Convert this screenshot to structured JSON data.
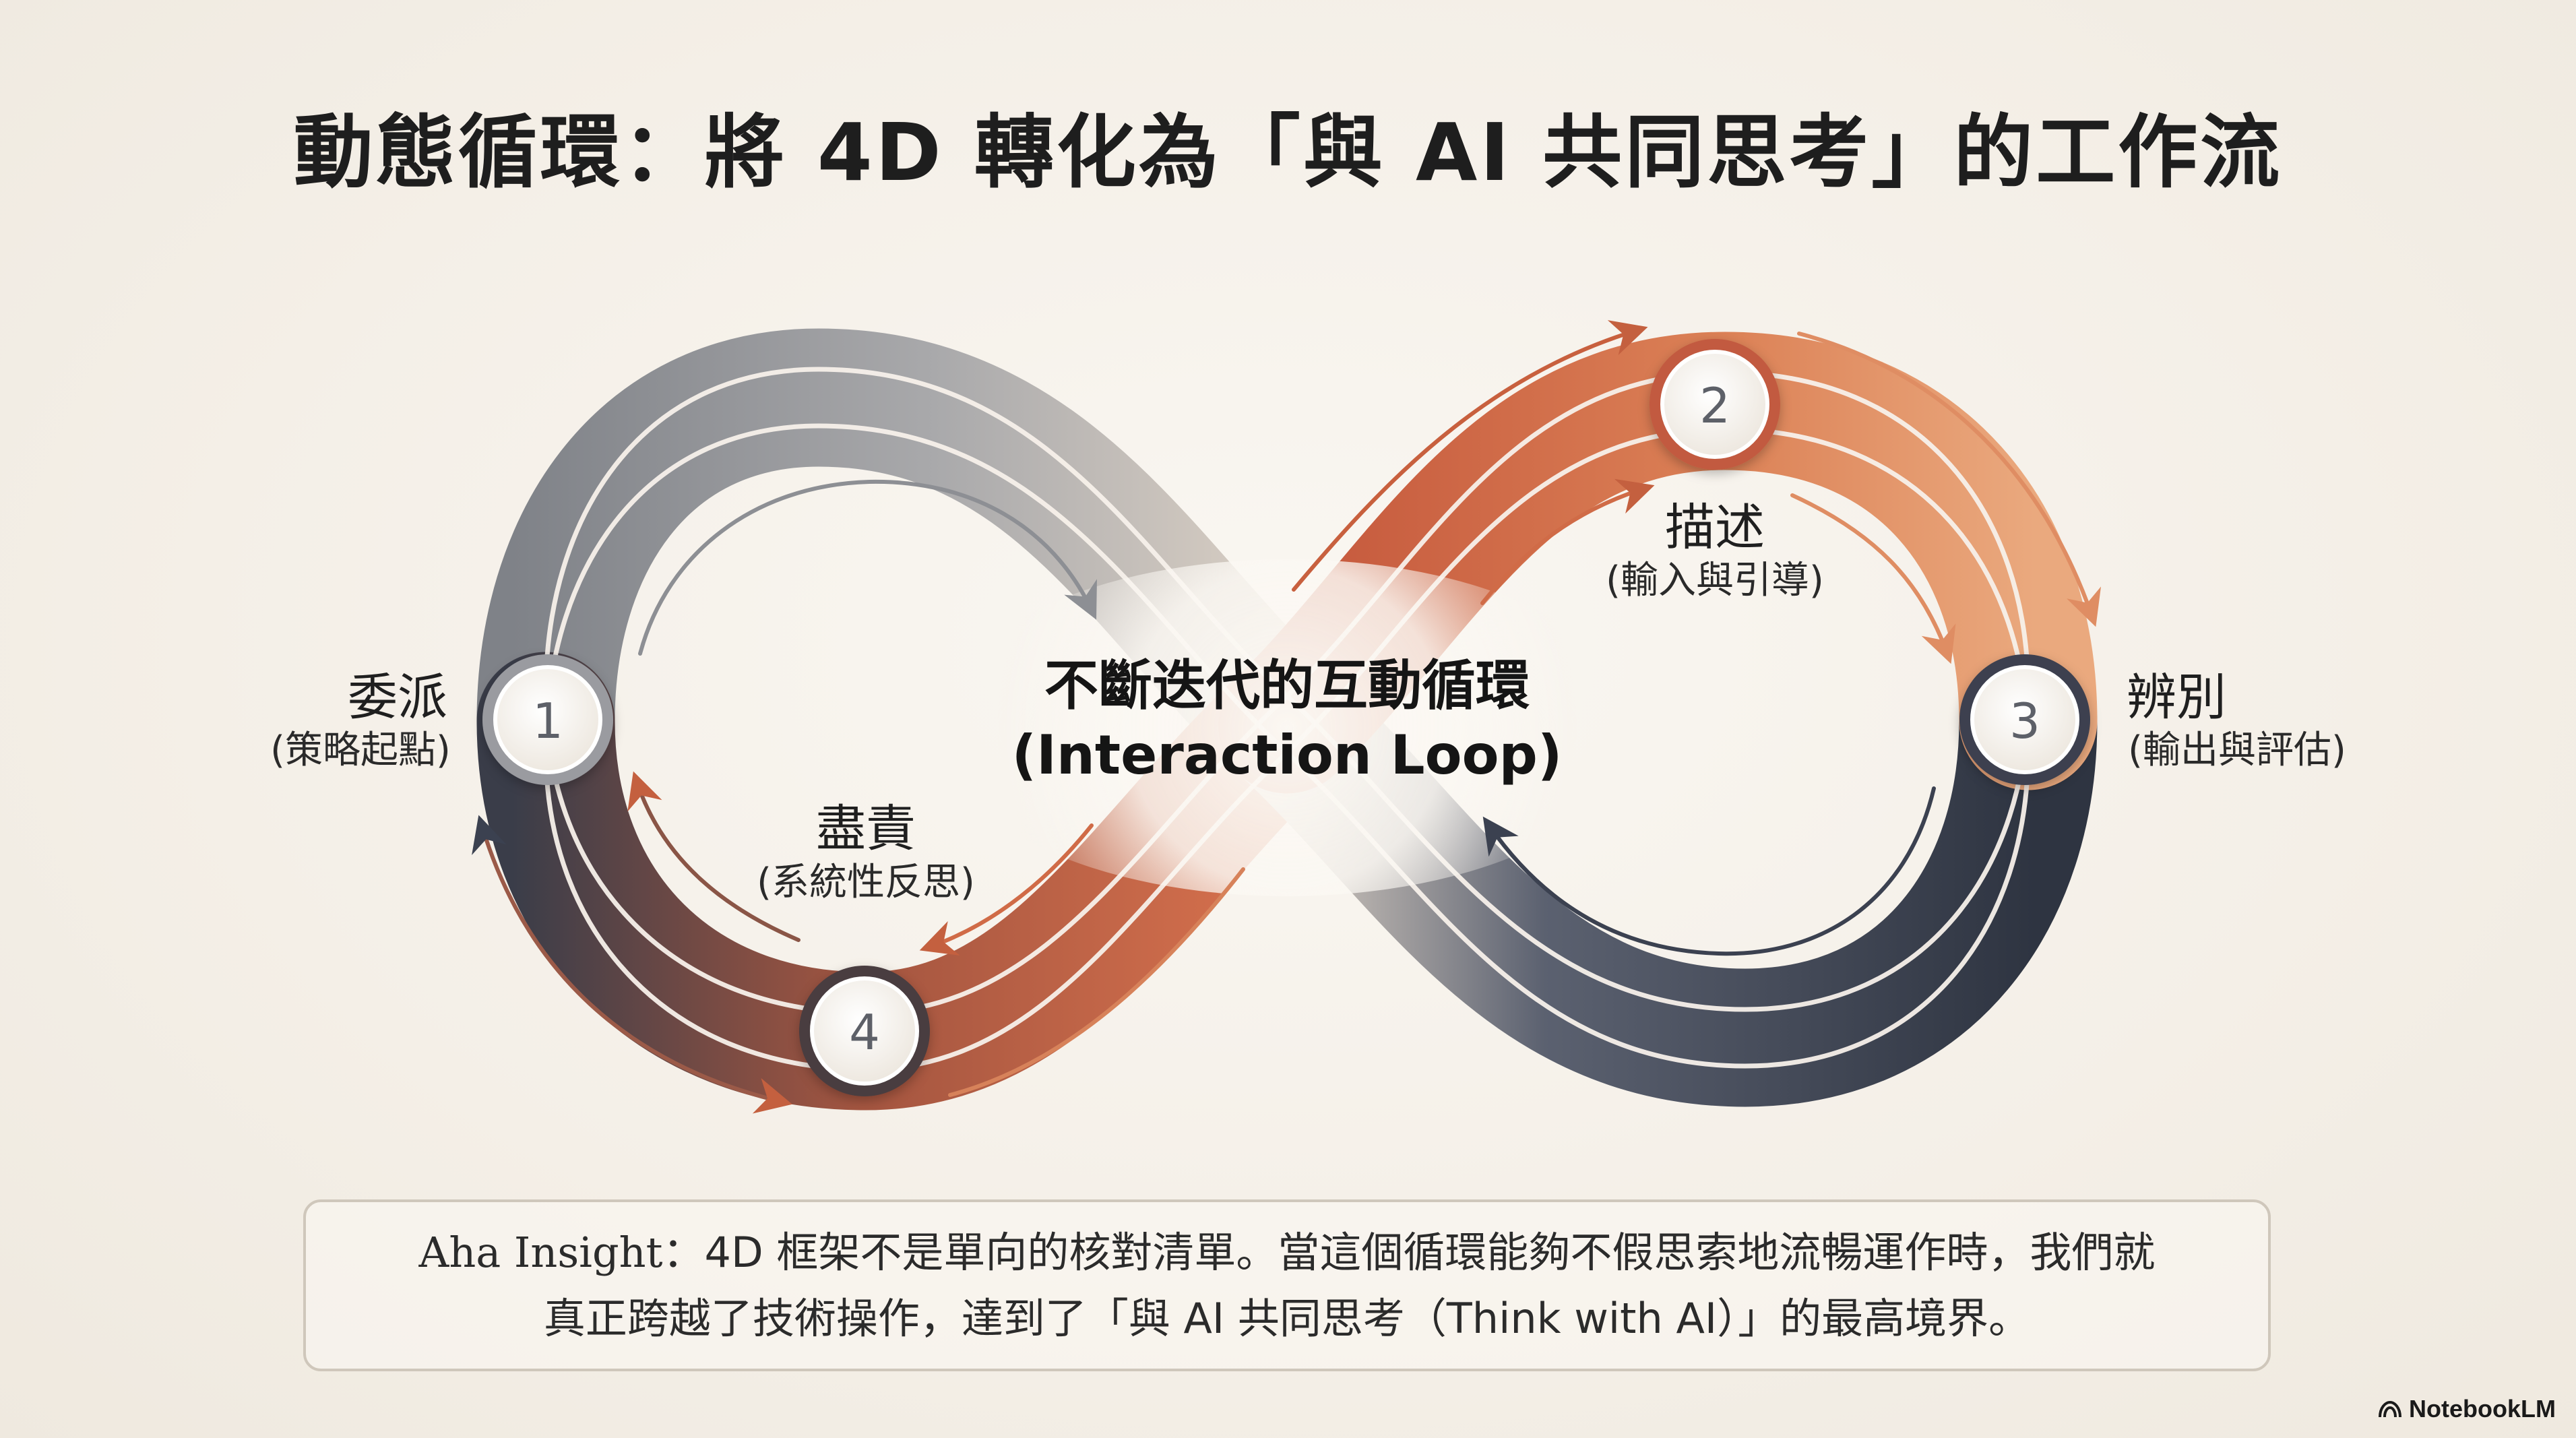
{
  "title": "動態循環：將 4D 轉化為「與 AI 共同思考」的工作流",
  "center": {
    "line1": "不斷迭代的互動循環",
    "line2": "(Interaction Loop)"
  },
  "nodes": [
    {
      "number": "1",
      "label": "委派",
      "sublabel": "(策略起點)"
    },
    {
      "number": "2",
      "label": "描述",
      "sublabel": "(輸入與引導)"
    },
    {
      "number": "3",
      "label": "辨別",
      "sublabel": "(輸出與評估)"
    },
    {
      "number": "4",
      "label": "盡責",
      "sublabel": "(系統性反思)"
    }
  ],
  "insight": {
    "prefix": "Aha Insight",
    "line1_rest": "：4D 框架不是單向的核對清單。當這個循環能夠不假思索地流暢運作時，我們就",
    "line2": "真正跨越了技術操作，達到了「與 AI 共同思考（Think with AI）」的最高境界。"
  },
  "brand": {
    "name": "NotebookLM",
    "icon": "notebooklm-icon"
  },
  "colors": {
    "gray": "#8f9196",
    "navy": "#2f3542",
    "rust": "#c1553a",
    "peach": "#e79a6b",
    "background": "#f5f1ea"
  }
}
